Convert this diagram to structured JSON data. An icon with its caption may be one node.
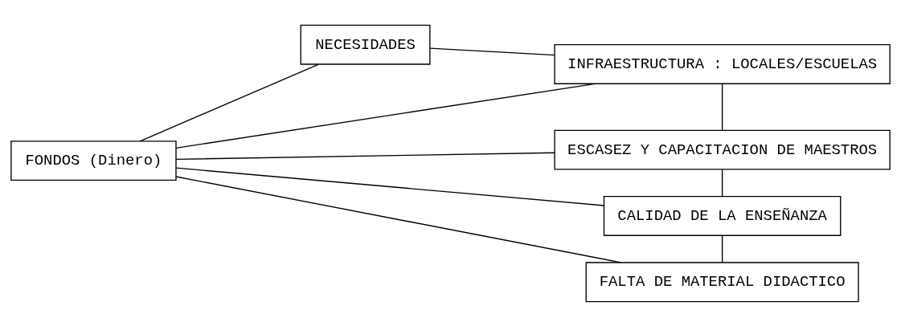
{
  "diagram": {
    "nodes": [
      {
        "text": [
          "NECESIDADES"
        ]
      },
      {
        "text": [
          "FONDOS (Dinero)"
        ]
      },
      {
        "text": [
          "INFRAESTRUCTURA : LOCALES/ESCUELAS"
        ]
      },
      {
        "text": [
          "ESCASEZ Y CAPACITACION DE MAESTROS"
        ]
      },
      {
        "text": [
          "CALIDAD DE LA ENSEÑANZA"
        ]
      },
      {
        "text": [
          "FALTA DE MATERIAL DIDACTICO"
        ]
      }
    ],
    "edges": [
      {
        "from": 0,
        "to": 1,
        "arrow": "none"
      },
      {
        "from": 0,
        "to": 2,
        "arrow": "none"
      },
      {
        "from": 2,
        "to": 3,
        "arrow": "none"
      },
      {
        "from": 3,
        "to": 4,
        "arrow": "none"
      },
      {
        "from": 4,
        "to": 5,
        "arrow": "none"
      },
      {
        "from": 1,
        "to": 2,
        "arrow": "none"
      },
      {
        "from": 1,
        "to": 3,
        "arrow": "none"
      },
      {
        "from": 1,
        "to": 4,
        "arrow": "none"
      },
      {
        "from": 1,
        "to": 5,
        "arrow": "none"
      }
    ]
  }
}
